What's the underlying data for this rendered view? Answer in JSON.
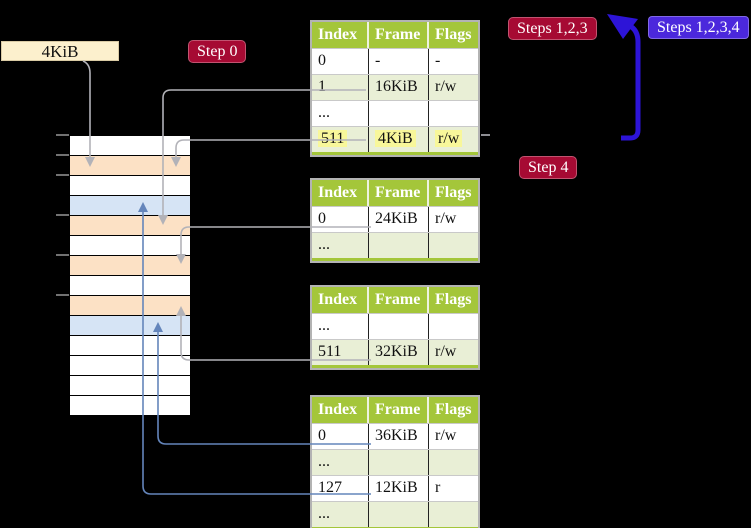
{
  "colors": {
    "canvas-bg": "#000000",
    "table-header-green": "#a4c63a",
    "table-row-green": "#e9efd6",
    "highlight-yellow": "#f8f79a",
    "crimson": "#a60a33",
    "step-blue": "#4b28dc",
    "arrow-blue": "#2d14d7",
    "connector-gray": "#b2b2b8",
    "connector-blue": "#6485bb",
    "memory-peach": "#fce1c5",
    "memory-blue": "#d6e4f5",
    "label-cream": "#fcf0cd"
  },
  "labels": {
    "frame_size": "4KiB",
    "step_0": "Step 0",
    "steps_123": "Steps 1,2,3",
    "steps_1234": "Steps 1,2,3,4",
    "step_4": "Step 4"
  },
  "memory_strip": {
    "rows": [
      {
        "fill": "white"
      },
      {
        "fill": "peach"
      },
      {
        "fill": "white"
      },
      {
        "fill": "blue"
      },
      {
        "fill": "peach"
      },
      {
        "fill": "white"
      },
      {
        "fill": "peach"
      },
      {
        "fill": "white"
      },
      {
        "fill": "peach"
      },
      {
        "fill": "blue"
      },
      {
        "fill": "white"
      },
      {
        "fill": "white"
      },
      {
        "fill": "white"
      },
      {
        "fill": "white"
      }
    ]
  },
  "page_tables": [
    {
      "id": "table-1",
      "headers": [
        "Index",
        "Frame",
        "Flags"
      ],
      "rows": [
        {
          "cells": [
            "0",
            "-",
            "-"
          ],
          "shaded": false,
          "highlighted": false
        },
        {
          "cells": [
            "1",
            "16KiB",
            "r/w"
          ],
          "shaded": true,
          "highlighted": false
        },
        {
          "cells": [
            "...",
            "",
            ""
          ],
          "shaded": false,
          "highlighted": false
        },
        {
          "cells": [
            "511",
            "4KiB",
            "r/w"
          ],
          "shaded": true,
          "highlighted": true
        }
      ]
    },
    {
      "id": "table-2",
      "headers": [
        "Index",
        "Frame",
        "Flags"
      ],
      "rows": [
        {
          "cells": [
            "0",
            "24KiB",
            "r/w"
          ],
          "shaded": false,
          "highlighted": false
        },
        {
          "cells": [
            "...",
            "",
            ""
          ],
          "shaded": true,
          "highlighted": false
        }
      ]
    },
    {
      "id": "table-3",
      "headers": [
        "Index",
        "Frame",
        "Flags"
      ],
      "rows": [
        {
          "cells": [
            "...",
            "",
            ""
          ],
          "shaded": false,
          "highlighted": false
        },
        {
          "cells": [
            "511",
            "32KiB",
            "r/w"
          ],
          "shaded": true,
          "highlighted": false
        }
      ]
    },
    {
      "id": "table-4",
      "headers": [
        "Index",
        "Frame",
        "Flags"
      ],
      "rows": [
        {
          "cells": [
            "0",
            "36KiB",
            "r/w"
          ],
          "shaded": false,
          "highlighted": false
        },
        {
          "cells": [
            "...",
            "",
            ""
          ],
          "shaded": true,
          "highlighted": false
        },
        {
          "cells": [
            "127",
            "12KiB",
            "r"
          ],
          "shaded": false,
          "highlighted": false
        },
        {
          "cells": [
            "...",
            "",
            ""
          ],
          "shaded": true,
          "highlighted": false
        }
      ]
    }
  ]
}
